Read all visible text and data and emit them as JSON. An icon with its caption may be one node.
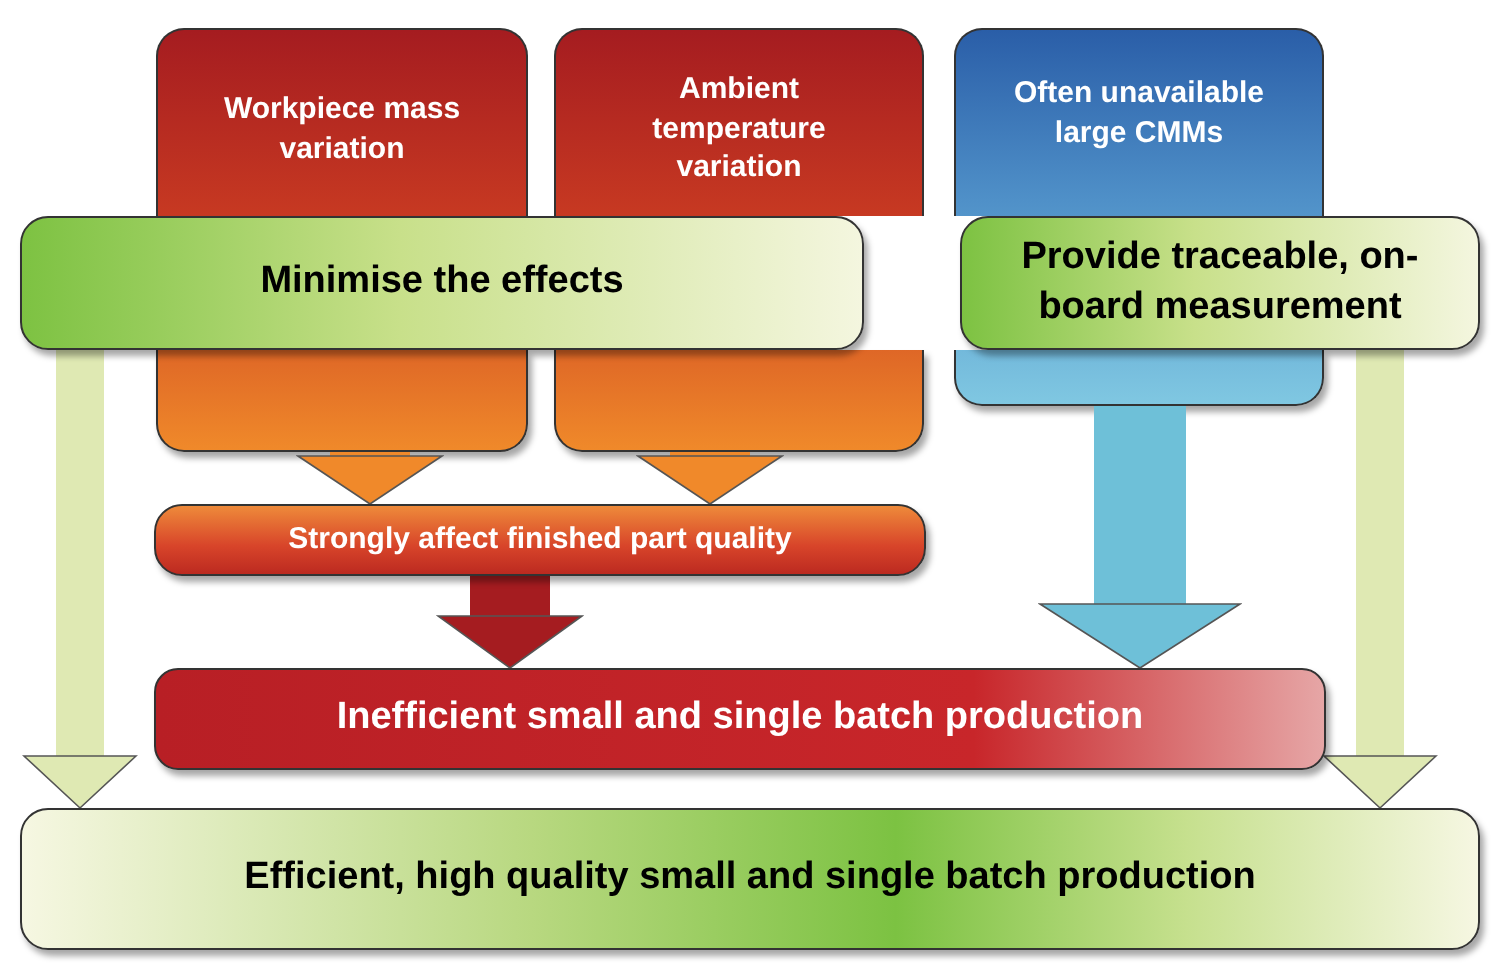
{
  "diagram": {
    "nodes": [
      {
        "text": [
          "Workpiece mass variation"
        ]
      },
      {
        "text": [
          "Ambient temperature variation"
        ]
      },
      {
        "text": [
          "Often unavailable large CMMs"
        ]
      },
      {
        "text": [
          "Minimise the effects"
        ]
      },
      {
        "text": [
          "Provide traceable, on-board measurement"
        ]
      },
      {
        "text": [
          "Strongly affect finished part quality"
        ]
      },
      {
        "text": [
          "Inefficient small and single batch production"
        ]
      },
      {
        "text": [
          "Efficient, high quality small and single batch production"
        ]
      }
    ],
    "edges": [
      {
        "from": 0,
        "to": 5,
        "arrow": "to",
        "color": "#f0892a"
      },
      {
        "from": 1,
        "to": 5,
        "arrow": "to",
        "color": "#f0892a"
      },
      {
        "from": 5,
        "to": 6,
        "arrow": "to",
        "color": "#a51c20"
      },
      {
        "from": 2,
        "to": 6,
        "arrow": "to",
        "color": "#6ec0d8"
      },
      {
        "from": 3,
        "to": 7,
        "arrow": "to",
        "color": "#dfe9b3"
      },
      {
        "from": 4,
        "to": 7,
        "arrow": "to",
        "color": "#dfe9b3"
      }
    ]
  }
}
